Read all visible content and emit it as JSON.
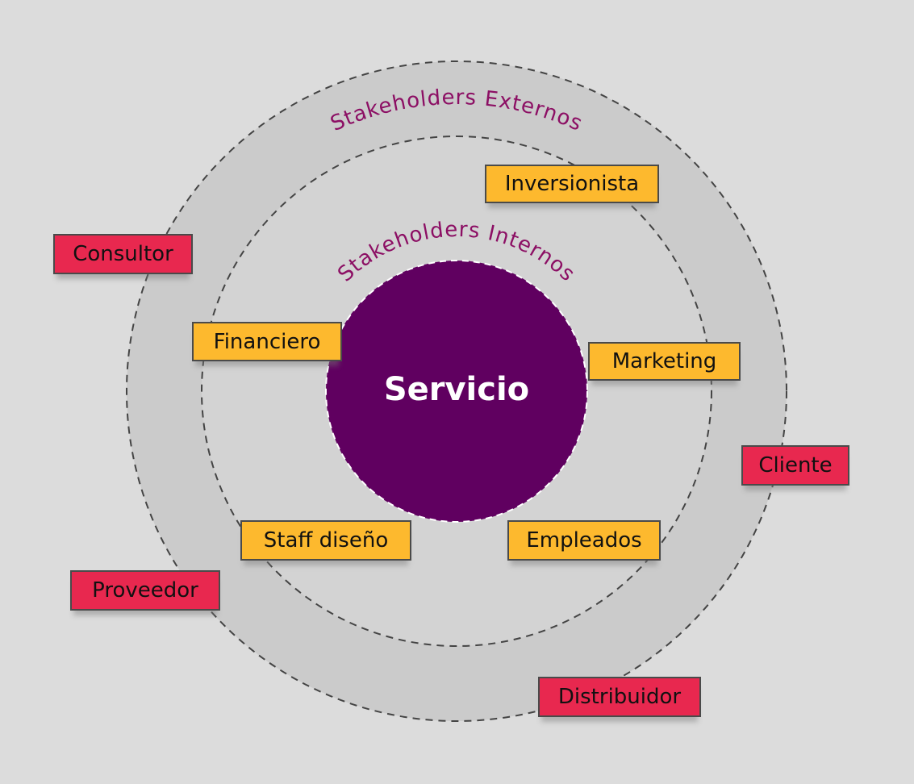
{
  "center": {
    "label": "Servicio",
    "color": "#600060"
  },
  "rings": {
    "inner_label": "Stakeholders Internos",
    "outer_label": "Stakeholders Externos",
    "label_color": "#8c0f64"
  },
  "colors": {
    "background": "#dcdcdc",
    "outer_ring_fill": "#cbcbcb",
    "inner_ring_fill": "#d3d3d3",
    "internal_tag": "#fdb92e",
    "external_tag": "#e8284f",
    "dash_stroke": "#444444"
  },
  "internal_stakeholders": [
    {
      "label": "Inversionista"
    },
    {
      "label": "Financiero"
    },
    {
      "label": "Marketing"
    },
    {
      "label": "Staff diseño"
    },
    {
      "label": "Empleados"
    }
  ],
  "external_stakeholders": [
    {
      "label": "Consultor"
    },
    {
      "label": "Cliente"
    },
    {
      "label": "Proveedor"
    },
    {
      "label": "Distribuidor"
    }
  ]
}
